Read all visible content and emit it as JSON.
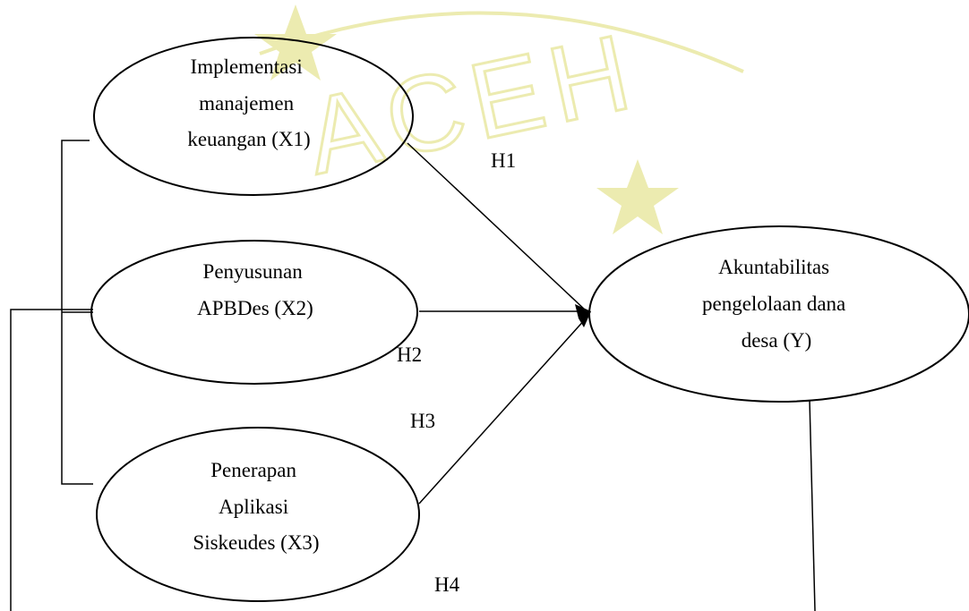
{
  "watermark": {
    "text": "ACEH",
    "color": "#ecebb0"
  },
  "nodes": {
    "x1": {
      "lines": [
        "Implementasi",
        "manajemen",
        "keuangan (X1)"
      ]
    },
    "x2": {
      "lines": [
        "Penyusunan",
        "APBDes (X2)"
      ]
    },
    "x3": {
      "lines": [
        "Penerapan",
        "Aplikasi",
        "Siskeudes (X3)"
      ]
    },
    "y": {
      "lines": [
        "Akuntabilitas",
        "pengelolaan dana",
        "desa (Y)"
      ]
    }
  },
  "hypotheses": {
    "h1": "H1",
    "h2": "H2",
    "h3": "H3",
    "h4": "H4"
  }
}
